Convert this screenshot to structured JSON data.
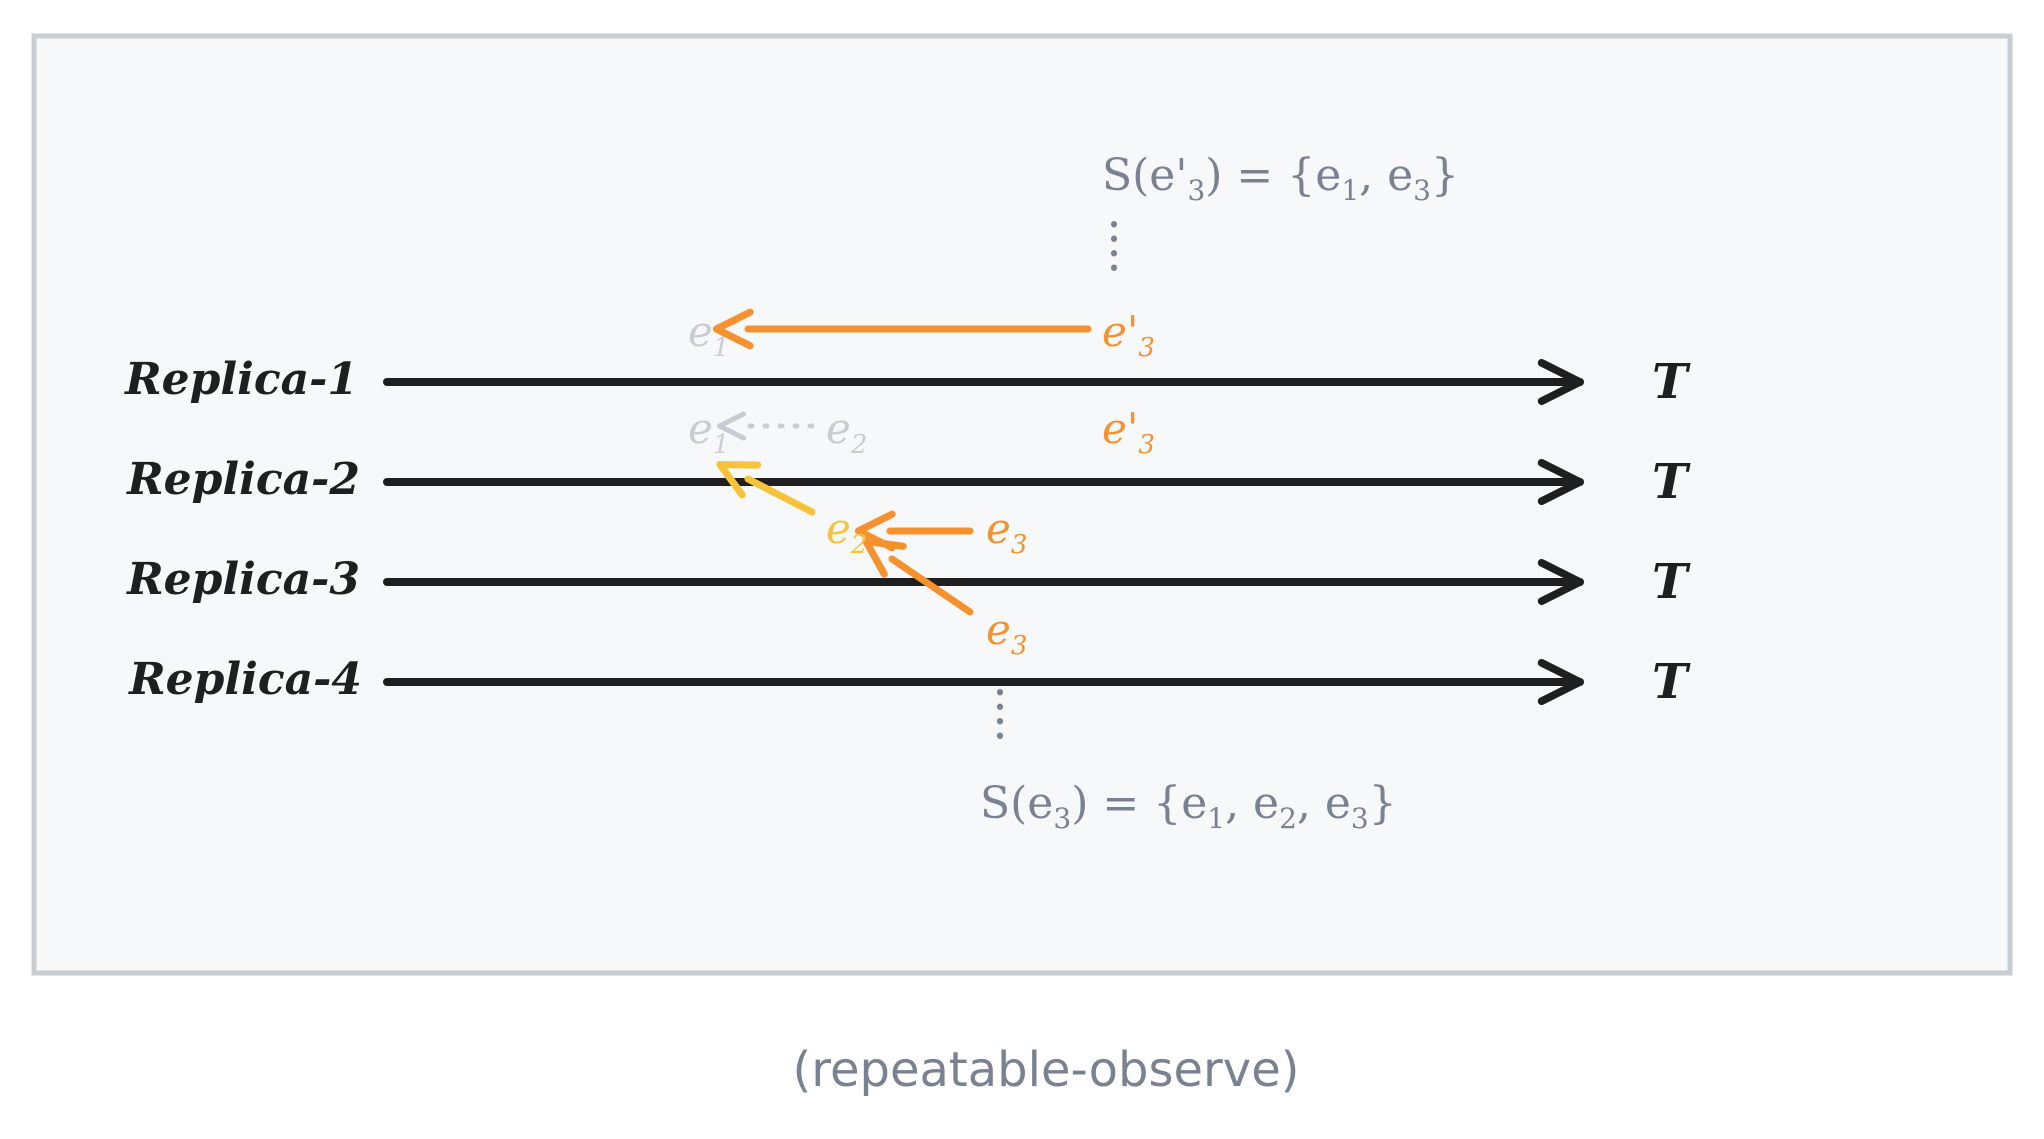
{
  "colors": {
    "background": "#f7f8fa",
    "frame": "#c8ccd3",
    "timeline": "#1f1f1f",
    "orange": "#f5922f",
    "yellow": "#f7c33a",
    "faded": "#c9ccd2",
    "annotation": "#7a8291"
  },
  "replicas": [
    {
      "label": "Replica-1",
      "end_label": "T"
    },
    {
      "label": "Replica-2",
      "end_label": "T"
    },
    {
      "label": "Replica-3",
      "end_label": "T"
    },
    {
      "label": "Replica-4",
      "end_label": "T"
    }
  ],
  "events": {
    "r1_e1": {
      "base": "e",
      "sub": "1"
    },
    "r1_e3p": {
      "base": "e'",
      "sub": "3"
    },
    "r2_e1": {
      "base": "e",
      "sub": "1"
    },
    "r2_e2": {
      "base": "e",
      "sub": "2"
    },
    "r2_e3p": {
      "base": "e'",
      "sub": "3"
    },
    "r3_e2": {
      "base": "e",
      "sub": "2"
    },
    "r3_e3": {
      "base": "e",
      "sub": "3"
    },
    "r4_e3": {
      "base": "e",
      "sub": "3"
    }
  },
  "sets": {
    "top": {
      "prefix": "S(e'",
      "prefix_sub": "3",
      "middle": ") = {e",
      "items": [
        {
          "sub": "1",
          "sep": ", e"
        },
        {
          "sub": "3",
          "sep": "}"
        }
      ]
    },
    "bottom": {
      "prefix": "S(e",
      "prefix_sub": "3",
      "middle": ") = {e",
      "items": [
        {
          "sub": "1",
          "sep": ", e"
        },
        {
          "sub": "2",
          "sep": ", e"
        },
        {
          "sub": "3",
          "sep": "}"
        }
      ]
    }
  },
  "caption": "(repeatable-observe)"
}
